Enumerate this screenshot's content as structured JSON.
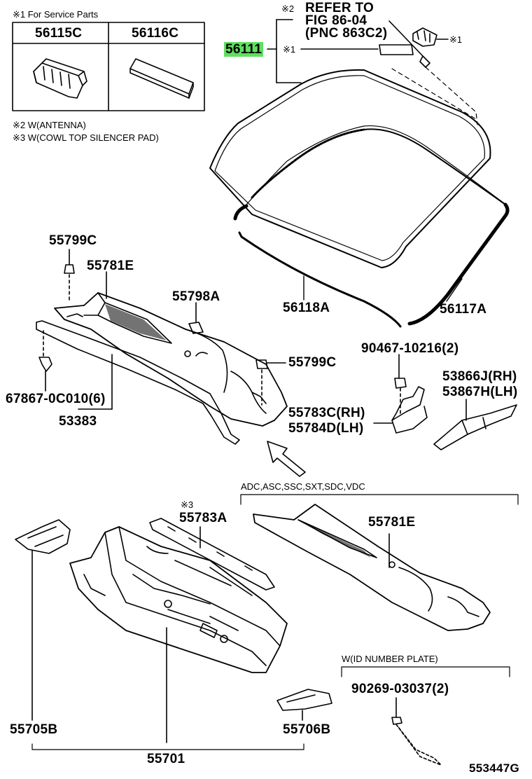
{
  "notes": {
    "service_parts": "※1 For Service Parts",
    "antenna": "※2 W(ANTENNA)",
    "silencer": "※3 W(COWL TOP SILENCER PAD)"
  },
  "service_table": {
    "col1": "56115C",
    "col2": "56116C"
  },
  "refer": {
    "mark": "※2",
    "line1": "REFER TO",
    "line2": "FIG 86-04",
    "line3": "(PNC 863C2)"
  },
  "marks": {
    "m1a": "※1",
    "m1b": "※1",
    "m3": "※3"
  },
  "highlight_color": "#5fe05f",
  "parts": {
    "p56111": "56111",
    "p56118A": "56118A",
    "p56117A": "56117A",
    "p55799C_top": "55799C",
    "p55781E_top": "55781E",
    "p55798A": "55798A",
    "p55799C_mid": "55799C",
    "p90467": "90467-10216(2)",
    "p53866J": "53866J(RH)",
    "p53867H": "53867H(LH)",
    "p67867": "67867-0C010(6)",
    "p53383": "53383",
    "p55783C": "55783C(RH)",
    "p55784D": "55784D(LH)",
    "p55783A": "55783A",
    "p55781E_low": "55781E",
    "p55705B": "55705B",
    "p55706B": "55706B",
    "p55701": "55701",
    "p90269": "90269-03037(2)"
  },
  "conditions": {
    "adc": "ADC,ASC,SSC,SXT,SDC,VDC",
    "id_plate": "W(ID NUMBER PLATE)"
  },
  "figure_id": "553447G"
}
